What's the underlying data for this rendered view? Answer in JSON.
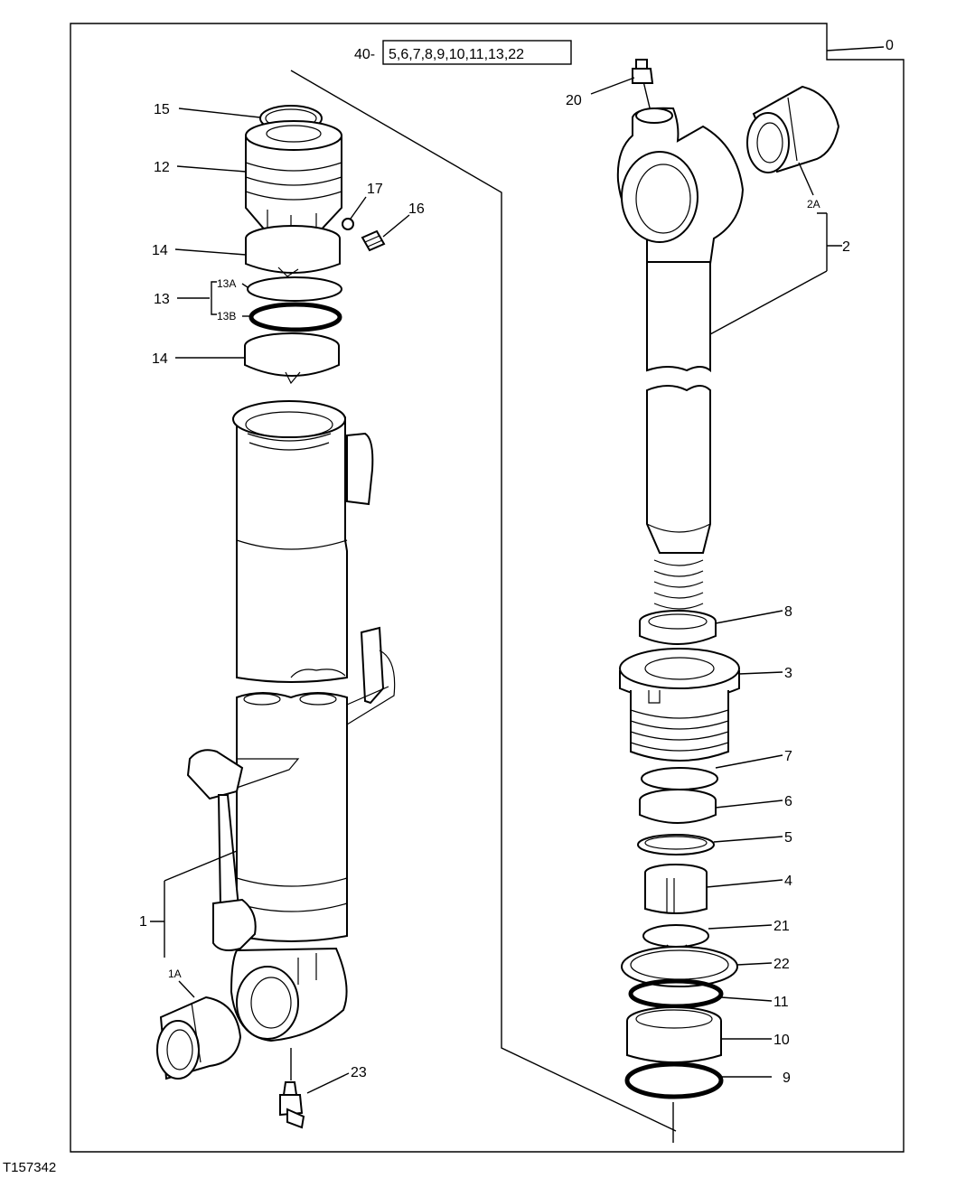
{
  "figure_id": "T157342",
  "kit": {
    "prefix": "40-",
    "items": "5,6,7,8,9,10,11,13,22"
  },
  "callouts": {
    "c0": "0",
    "c1": "1",
    "c1a": "1A",
    "c2": "2",
    "c2a": "2A",
    "c3": "3",
    "c4": "4",
    "c5": "5",
    "c6": "6",
    "c7": "7",
    "c8": "8",
    "c9": "9",
    "c10": "10",
    "c11": "11",
    "c12": "12",
    "c13": "13",
    "c13a": "13A",
    "c13b": "13B",
    "c14a": "14",
    "c14b": "14",
    "c15": "15",
    "c16": "16",
    "c17": "17",
    "c20": "20",
    "c21": "21",
    "c22": "22",
    "c23": "23"
  }
}
